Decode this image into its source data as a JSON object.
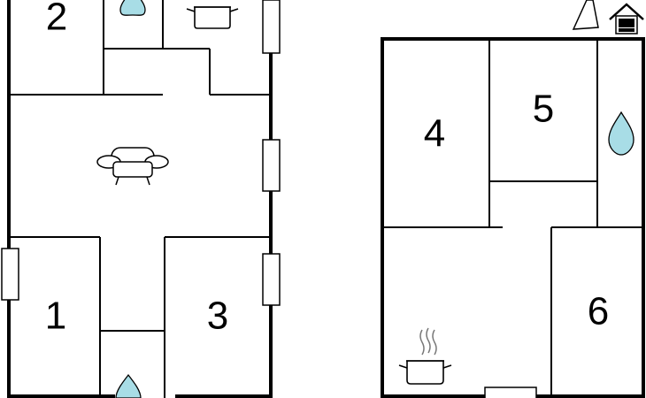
{
  "colors": {
    "wall": "#000000",
    "water": "#a8dde6",
    "background": "#ffffff"
  },
  "left_floor": {
    "rooms": [
      {
        "id": "room-2",
        "label": "2"
      },
      {
        "id": "room-1",
        "label": "1"
      },
      {
        "id": "room-3",
        "label": "3"
      }
    ],
    "icons": [
      "water-drop-icon",
      "water-drop-icon",
      "cooking-pot-icon",
      "sofa-icon"
    ]
  },
  "right_floor": {
    "rooms": [
      {
        "id": "room-4",
        "label": "4"
      },
      {
        "id": "room-5",
        "label": "5"
      },
      {
        "id": "room-6",
        "label": "6"
      }
    ],
    "icons": [
      "north-arrow-icon",
      "house-icon",
      "water-drop-icon",
      "cooking-pot-icon"
    ]
  }
}
